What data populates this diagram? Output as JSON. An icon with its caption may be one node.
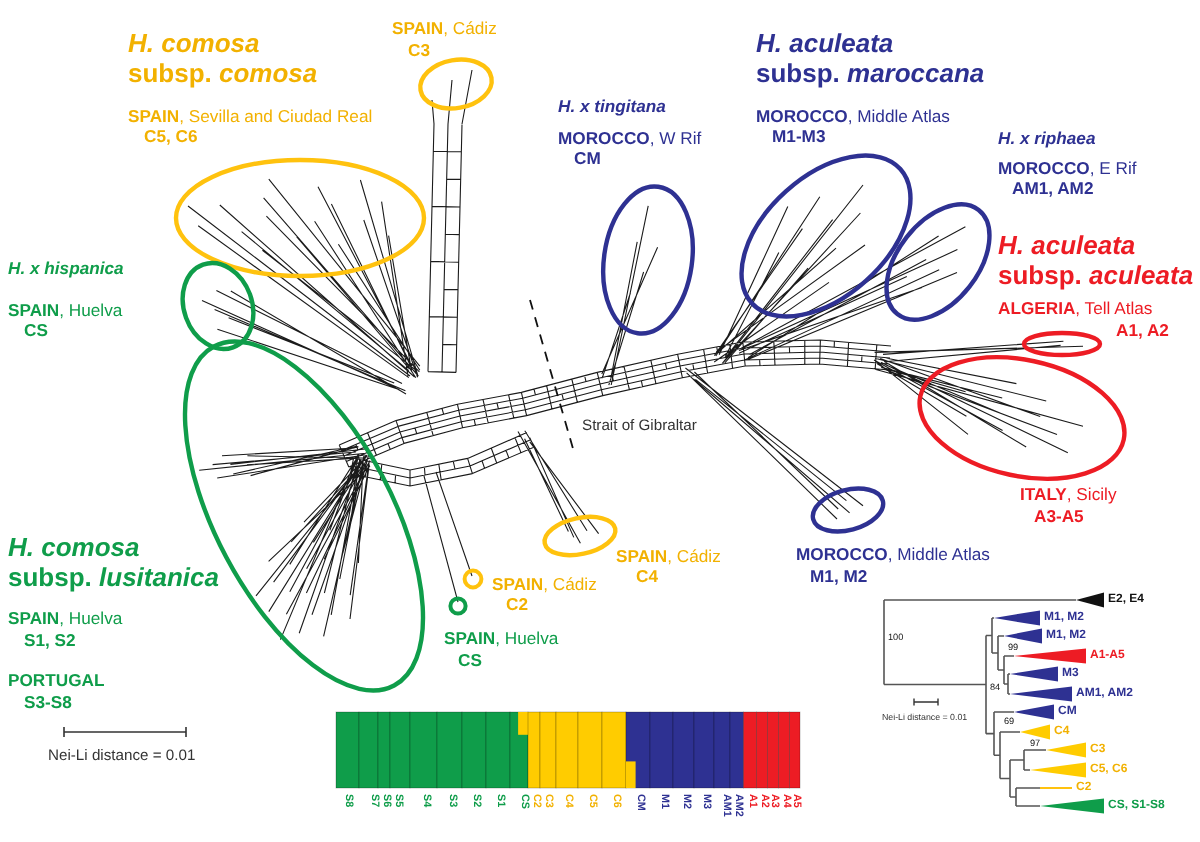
{
  "diagram": {
    "labels": [
      "*H. comosa* subsp. *comosa*",
      "**SPAIN**, Cádiz",
      "C3",
      "*H. aculeata* subsp. *maroccana*",
      "**SPAIN**, Sevilla and Ciudad Real",
      "H. x tingitana",
      "**MOROCCO**, Middle Atlas",
      "C5, C6",
      "**MOROCCO**, W Rif",
      "M1-M3",
      "H. x riphaea",
      "CM",
      "**MOROCCO**, E Rif",
      "AM1, AM2",
      "H. x hispanica",
      "*H. aculeata* subsp. *aculeata*",
      "**SPAIN**, Huelva",
      "**ALGERIA**, Tell Atlas",
      "CS",
      "A1, A2",
      "Strait of Gibraltar",
      "**ITALY**, Sicily",
      "A3-A5",
      "*H. comosa* subsp. *lusitanica*",
      "**SPAIN**, Cádiz",
      "**MOROCCO**, Middle Atlas",
      "**SPAIN**, Cádiz",
      "C4",
      "M1, M2",
      "**SPAIN**, Huelva",
      "C2",
      "S1, S2",
      "**SPAIN**, Huelva",
      "CS",
      "PORTUGAL",
      "S3-S8",
      "Nei-Li distance = 0.01",
      "S8",
      "S7",
      "S6",
      "S5",
      "S4",
      "S3",
      "S2",
      "S1",
      "CS",
      "C2",
      "C3",
      "C4",
      "C5",
      "C6",
      "CM",
      "M1",
      "M2",
      "M3",
      "AM1",
      "AM2",
      "A1",
      "A2",
      "A3",
      "A4",
      "A5",
      "E2, E4",
      "M1, M2",
      "100",
      "M1, M2",
      "99",
      "A1-A5",
      "M3",
      "84",
      "AM1, AM2",
      "Nei-Li distance = 0.01",
      "69",
      "CM",
      "C4",
      "97",
      "C3",
      "C5, C6",
      "C2",
      "CS, S1-S8"
    ]
  }
}
